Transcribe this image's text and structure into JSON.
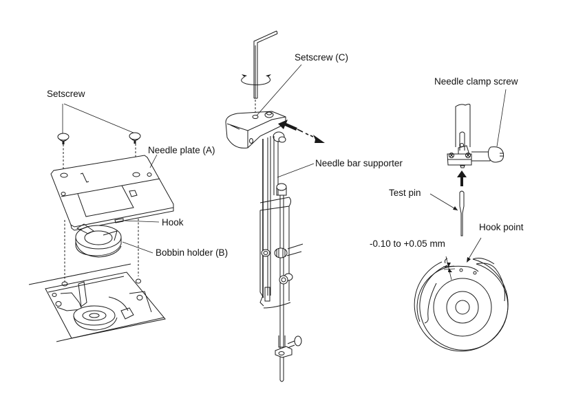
{
  "diagram": {
    "title": "Needle bar and hook timing adjustment",
    "colors": {
      "line": "#1a1a1a",
      "background": "#ffffff"
    },
    "labels": {
      "setscrew": "Setscrew",
      "needle_plate": "Needle plate (A)",
      "hook": "Hook",
      "bobbin_holder": "Bobbin holder (B)",
      "setscrew_c": "Setscrew (C)",
      "needle_bar_supporter": "Needle bar supporter",
      "needle_clamp_screw": "Needle clamp screw",
      "test_pin": "Test pin",
      "hook_point": "Hook point",
      "clearance": "-0.10 to +0.05 mm"
    },
    "icons": {
      "hex_key": "hex-key-icon",
      "rotation": "rotation-arrows-icon",
      "adjust_direction": "double-arrow-icon",
      "insert_direction": "up-arrow-icon"
    }
  }
}
